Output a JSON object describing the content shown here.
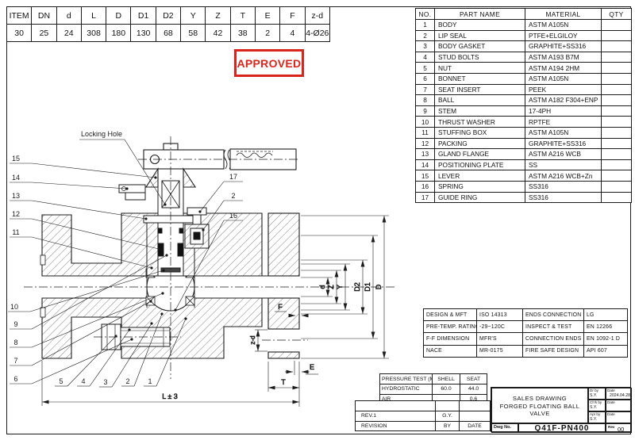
{
  "accent_red": "#da251c",
  "stamp": {
    "label": "APPROVED"
  },
  "dim_table": {
    "headers": [
      "ITEM",
      "DN",
      "d",
      "L",
      "D",
      "D1",
      "D2",
      "Y",
      "Z",
      "T",
      "E",
      "F",
      "z-d"
    ],
    "rows": [
      [
        "30",
        "25",
        "24",
        "308",
        "180",
        "130",
        "68",
        "58",
        "42",
        "38",
        "2",
        "4",
        "4-Ø26"
      ]
    ]
  },
  "parts_table": {
    "headers": [
      "NO.",
      "PART NAME",
      "MATERIAL",
      "QTY"
    ],
    "rows": [
      [
        "1",
        "BODY",
        "ASTM A105N",
        ""
      ],
      [
        "2",
        "LIP SEAL",
        "PTFE+ELGILOY",
        ""
      ],
      [
        "3",
        "BODY GASKET",
        "GRAPHITE+SS316",
        ""
      ],
      [
        "4",
        "STUD BOLTS",
        "ASTM A193 B7M",
        ""
      ],
      [
        "5",
        "NUT",
        "ASTM A194 2HM",
        ""
      ],
      [
        "6",
        "BONNET",
        "ASTM A105N",
        ""
      ],
      [
        "7",
        "SEAT INSERT",
        "PEEK",
        ""
      ],
      [
        "8",
        "BALL",
        "ASTM A182 F304+ENP",
        ""
      ],
      [
        "9",
        "STEM",
        "17-4PH",
        ""
      ],
      [
        "10",
        "THRUST WASHER",
        "RPTFE",
        ""
      ],
      [
        "11",
        "STUFFING BOX",
        "ASTM A105N",
        ""
      ],
      [
        "12",
        "PACKING",
        "GRAPHITE+SS316",
        ""
      ],
      [
        "13",
        "GLAND FLANGE",
        "ASTM A216 WCB",
        ""
      ],
      [
        "14",
        "POSITIONING PLATE",
        "SS",
        ""
      ],
      [
        "15",
        "LEVER",
        "ASTM A216 WCB+Zn",
        ""
      ],
      [
        "16",
        "SPRING",
        "SS316",
        ""
      ],
      [
        "17",
        "GUIDE RING",
        "SS316",
        ""
      ]
    ]
  },
  "design_table": {
    "rows": [
      [
        "DESIGN & MFT",
        "ISO 14313",
        "ENDS CONNECTION",
        "LG"
      ],
      [
        "PRE-TEMP. RATING",
        "-29~120C",
        "INSPECT & TEST",
        "EN 12266"
      ],
      [
        "F-F DIMENSION",
        "MFR'S",
        "CONNECTION ENDS",
        "EN 1092-1 D"
      ],
      [
        "NACE",
        "MR-0175",
        "FIRE SAFE DESIGN",
        "API 607"
      ]
    ]
  },
  "pressure_table": {
    "headers": [
      "PRESSURE TEST (Mpa)",
      "SHELL",
      "SEAT"
    ],
    "rows": [
      [
        "HYDROSTATIC",
        "60.0",
        "44.0"
      ],
      [
        "AIR",
        "",
        "0.6"
      ]
    ]
  },
  "revision_table": {
    "rows": [
      [
        "",
        "",
        ""
      ],
      [
        "REV.1",
        "G.Y.",
        ""
      ],
      [
        "REVISION",
        "BY",
        "DATE"
      ]
    ]
  },
  "title_block": {
    "title1": "SALES DRAWING",
    "title2": "FORGED FLOATING BALL VALVE",
    "dwg_label": "Dwg No.",
    "dwg_no": "Q41F-PN400",
    "rev_label": "Rev",
    "rev": "00",
    "rows": [
      {
        "l": "Dr by",
        "v": "S.Y.",
        "dl": "Date",
        "dv": "2024.04.28"
      },
      {
        "l": "Ch'k by",
        "v": "S.Y.",
        "dl": "Date",
        "dv": ""
      },
      {
        "l": "Apr by",
        "v": "S.Y.",
        "dl": "Date",
        "dv": ""
      }
    ]
  },
  "drawing": {
    "locking_hole": "Locking Hole",
    "callouts": {
      "n1": "1",
      "n2": "2",
      "n2b": "2",
      "n3": "3",
      "n4": "4",
      "n5": "5",
      "n6": "6",
      "n7": "7",
      "n8": "8",
      "n9": "9",
      "n10": "10",
      "n11": "11",
      "n12": "12",
      "n13": "13",
      "n14": "14",
      "n15": "15",
      "n16": "16",
      "n17": "17"
    },
    "dims": {
      "d": "d",
      "Z": "Z",
      "Y": "Y",
      "D2": "D2",
      "D1": "D1",
      "D": "D",
      "T": "T",
      "E": "E",
      "F": "F",
      "zd": "z-d",
      "L": "L ± 3"
    }
  }
}
